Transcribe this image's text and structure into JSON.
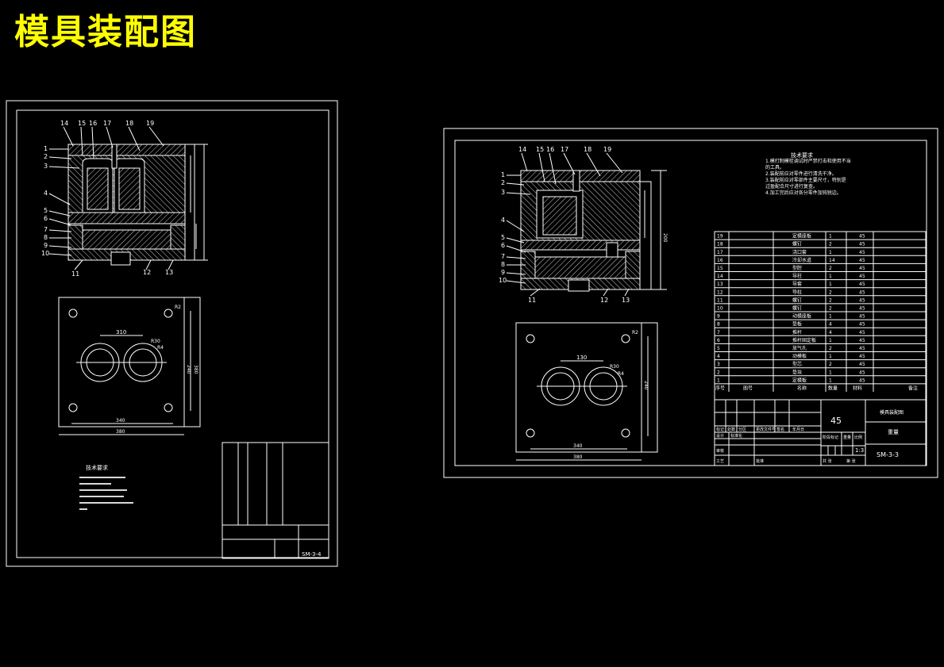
{
  "title": "模具装配图",
  "colors": {
    "background": "#000000",
    "title": "#ffff00",
    "lines": "#ffffff"
  },
  "left_sheet": {
    "part_numbers_top": [
      "14",
      "15",
      "16",
      "17",
      "18",
      "19"
    ],
    "part_numbers_left": [
      "1",
      "2",
      "3",
      "4",
      "5",
      "6",
      "7",
      "8",
      "9",
      "10"
    ],
    "part_numbers_bottom": [
      "11",
      "12",
      "13"
    ],
    "plan_dims": [
      "310",
      "240",
      "380",
      "340",
      "380",
      "R30",
      "R4",
      "R2"
    ],
    "drawing_no": "SM-3-4",
    "tech_req_title": "技术要求"
  },
  "right_sheet": {
    "part_numbers_top": [
      "14",
      "15",
      "16",
      "17",
      "18",
      "19"
    ],
    "part_numbers_left": [
      "1",
      "2",
      "3",
      "4",
      "5",
      "6",
      "7",
      "8",
      "9",
      "10"
    ],
    "part_numbers_bottom": [
      "11",
      "12",
      "13"
    ],
    "plan_dims": [
      "130",
      "340",
      "380",
      "240",
      "R30",
      "R4",
      "R2"
    ],
    "tech_req": {
      "title": "技术要求",
      "lines": [
        "1.模打制模栓调试时严禁打击和使用不当",
        "的工具。",
        "2.装配前应对零件进行清洗干净。",
        "3.装配前应对零部件主要尺寸，特别是",
        "过盈配合尺寸进行复查。",
        "4.加工完后应对各分零件加钝锐边。"
      ]
    },
    "bom_headers": [
      "序号",
      "图号",
      "名称",
      "数量",
      "材料",
      "备注"
    ],
    "bom_rows": [
      {
        "no": "19",
        "name": "定模座板",
        "qty": "1",
        "mat": "45"
      },
      {
        "no": "18",
        "name": "螺钉",
        "qty": "2",
        "mat": "45"
      },
      {
        "no": "17",
        "name": "浇口套",
        "qty": "1",
        "mat": "45"
      },
      {
        "no": "16",
        "name": "冷却水道",
        "qty": "14",
        "mat": "45"
      },
      {
        "no": "15",
        "name": "型腔",
        "qty": "2",
        "mat": "45"
      },
      {
        "no": "14",
        "name": "导柱",
        "qty": "1",
        "mat": "45"
      },
      {
        "no": "13",
        "name": "导套",
        "qty": "1",
        "mat": "45"
      },
      {
        "no": "12",
        "name": "导柱",
        "qty": "2",
        "mat": "45"
      },
      {
        "no": "11",
        "name": "螺钉",
        "qty": "2",
        "mat": "45"
      },
      {
        "no": "10",
        "name": "螺钉",
        "qty": "2",
        "mat": "45"
      },
      {
        "no": "9",
        "name": "动模座板",
        "qty": "1",
        "mat": "45"
      },
      {
        "no": "8",
        "name": "垫板",
        "qty": "4",
        "mat": "45"
      },
      {
        "no": "7",
        "name": "推杆",
        "qty": "4",
        "mat": "45"
      },
      {
        "no": "6",
        "name": "推杆固定板",
        "qty": "1",
        "mat": "45"
      },
      {
        "no": "5",
        "name": "放气孔",
        "qty": "2",
        "mat": "45"
      },
      {
        "no": "4",
        "name": "动模板",
        "qty": "1",
        "mat": "45"
      },
      {
        "no": "3",
        "name": "型芯",
        "qty": "2",
        "mat": "45"
      },
      {
        "no": "2",
        "name": "垫块",
        "qty": "1",
        "mat": "45"
      },
      {
        "no": "1",
        "name": "定模板",
        "qty": "1",
        "mat": "45"
      }
    ],
    "title_block": {
      "material": "45",
      "name": "模具装配图",
      "scale": "1:3",
      "drawing_no": "SM-3-3",
      "weight_label": "重量",
      "labels": [
        "标记",
        "处数",
        "分区",
        "更改文件号",
        "签名",
        "年月日",
        "设计",
        "标准化",
        "阶段标记",
        "重量",
        "比例",
        "审核",
        "工艺",
        "批准",
        "共 张",
        "第 张"
      ]
    }
  }
}
